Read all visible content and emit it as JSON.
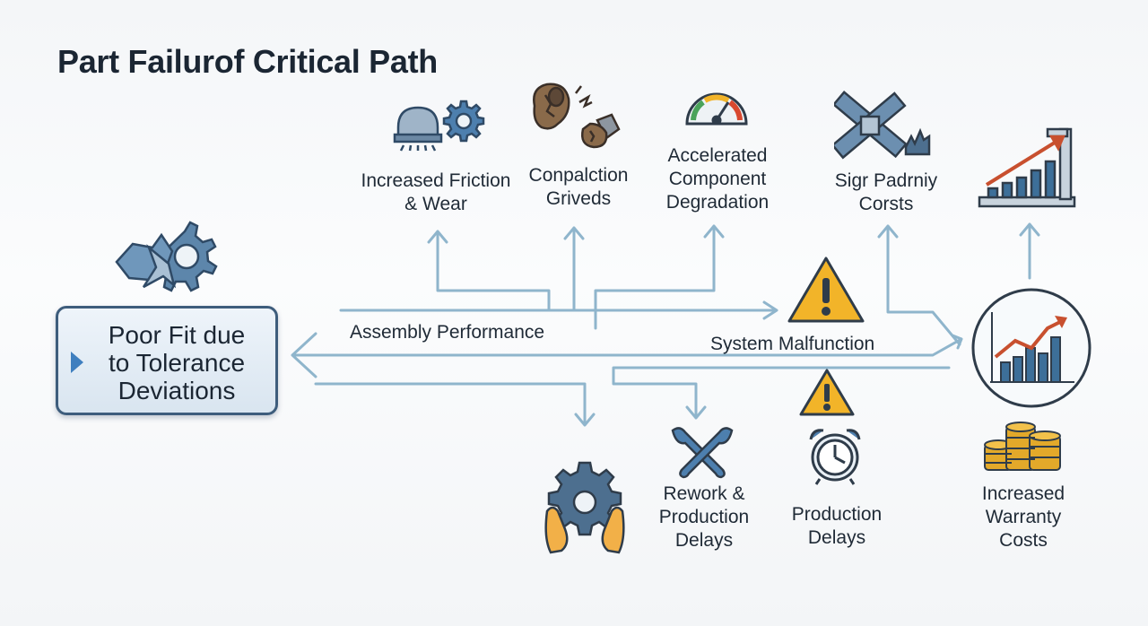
{
  "title": "Part Failurof Critical Path",
  "root": {
    "lines": [
      "Poor Fit due",
      "to Tolerance",
      "Deviations"
    ]
  },
  "connectors": {
    "assembly": "Assembly Performance",
    "system": "System Malfunction"
  },
  "effects": {
    "friction": [
      "Increased Friction",
      "& Wear"
    ],
    "conpalction": [
      "Conpalction",
      "Griveds"
    ],
    "degradation": [
      "Accelerated",
      "Component",
      "Degradation"
    ],
    "repair": [
      "Sigr Padrniy",
      "Corsts"
    ],
    "rework": [
      "Rework &",
      "Production",
      "Delays"
    ],
    "delays": [
      "Production",
      "Delays"
    ],
    "warranty": [
      "Increased",
      "Warranty",
      "Costs"
    ]
  },
  "icons": [
    "broken-gear-icon",
    "worn-bearing-icon",
    "gear-icon",
    "cracked-parts-icon",
    "gauge-icon",
    "broken-wrench-icon",
    "rising-bar-chart-icon",
    "warning-icon",
    "growth-chart-icon",
    "gear-in-hands-icon",
    "wrench-icon",
    "alarm-clock-icon",
    "coin-stack-icon"
  ],
  "colors": {
    "arrow": "#8fb5cc",
    "warning": "#f2b429",
    "gear": "#4d6f8f",
    "coin": "#e3a92a",
    "chart_bar": "#3d6f99",
    "trend": "#c8502f"
  }
}
